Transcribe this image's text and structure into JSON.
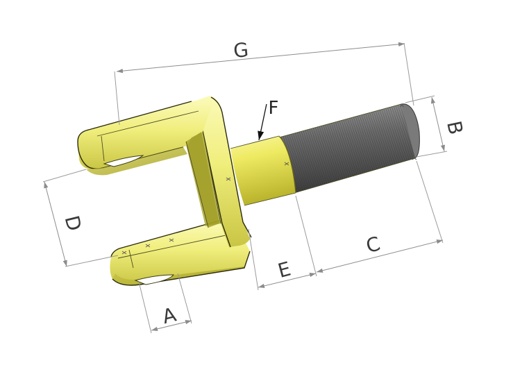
{
  "labels": {
    "A": "A",
    "B": "B",
    "C": "C",
    "D": "D",
    "E": "E",
    "F": "F",
    "G": "G"
  },
  "colors": {
    "body_yellow": "#f4f28a",
    "body_shadow": "#b9b532",
    "thread_dark": "#5a5a5a",
    "dimension_line": "#8c8c8c"
  }
}
